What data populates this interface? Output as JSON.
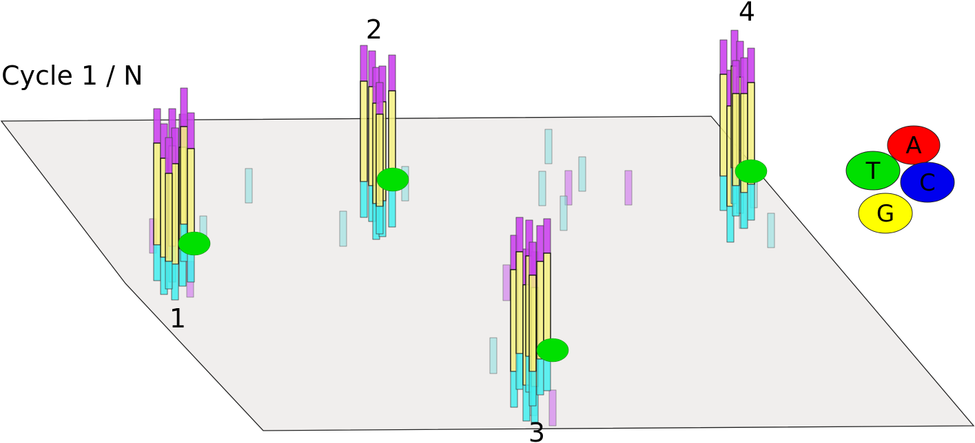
{
  "diagram": {
    "cycle_label": "Cycle 1 / N",
    "clusters": [
      {
        "label": "1",
        "incorporated_base": "T"
      },
      {
        "label": "2",
        "incorporated_base": "T"
      },
      {
        "label": "3",
        "incorporated_base": "T"
      },
      {
        "label": "4",
        "incorporated_base": "T"
      }
    ],
    "nucleotides": [
      {
        "base": "A",
        "color": "#ff0000"
      },
      {
        "base": "T",
        "color": "#00e000"
      },
      {
        "base": "C",
        "color": "#0000ee"
      },
      {
        "base": "G",
        "color": "#ffff00"
      }
    ],
    "colors": {
      "flowcell": "#f0eeed",
      "strand_top": "#cc44ee",
      "strand_middle": "#f4f080",
      "strand_bottom": "#44eeee",
      "fluor_marker": "#00e000",
      "faint_top": "#cc66ee",
      "faint_bottom": "#88e0e0"
    }
  }
}
